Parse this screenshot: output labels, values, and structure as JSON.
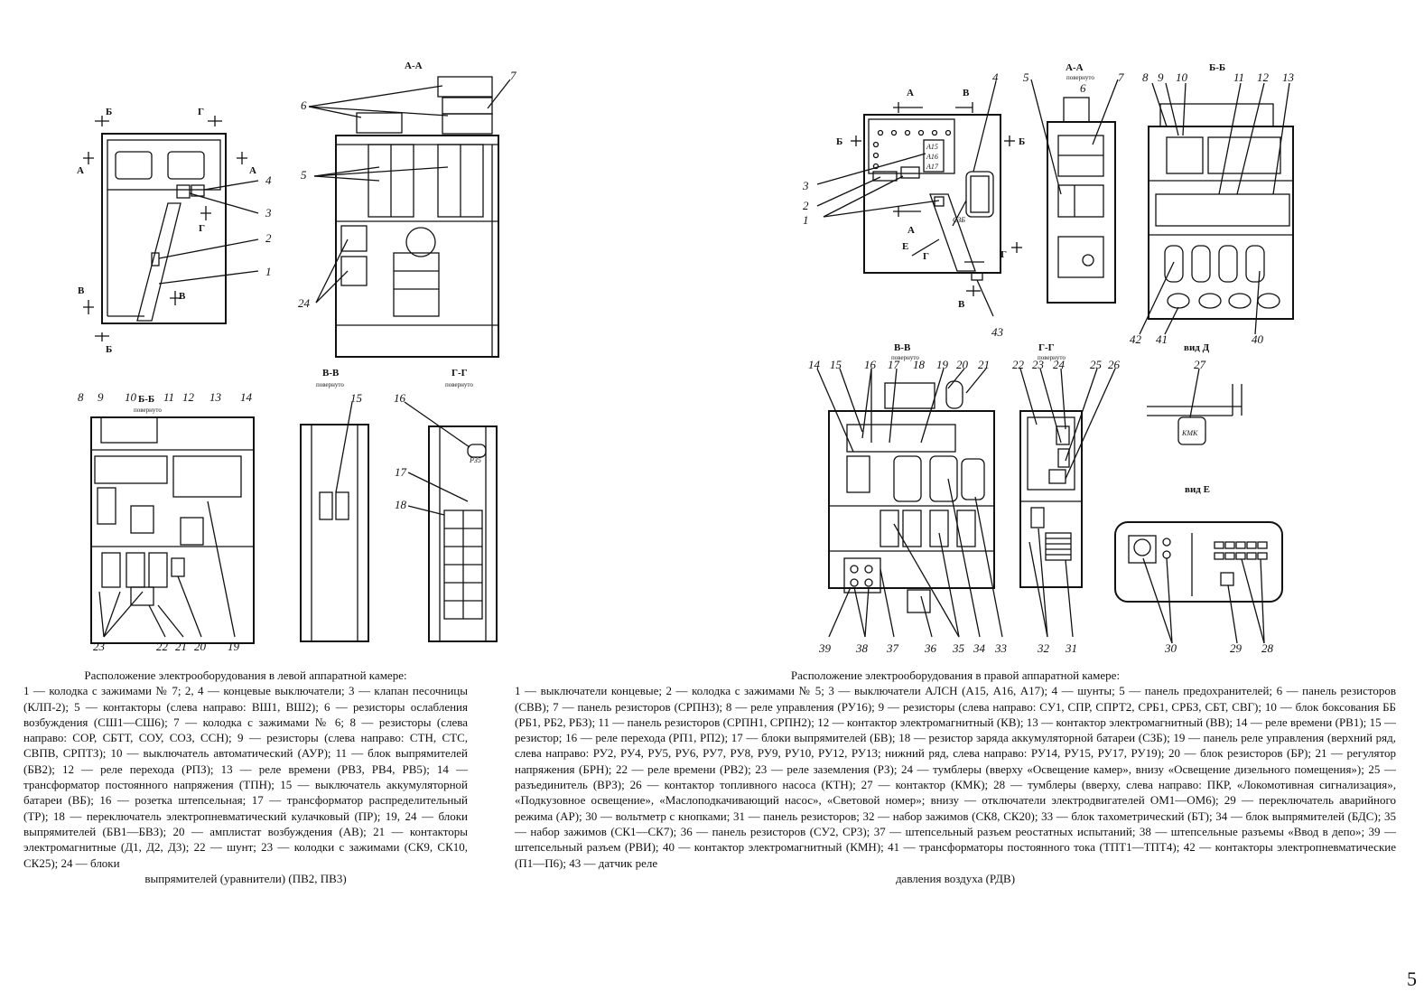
{
  "left": {
    "sections": {
      "aa": "А-А",
      "bb": "Б-Б",
      "bb_sub": "повернуто",
      "vv": "В-В",
      "vv_sub": "повернуто",
      "gg": "Г-Г",
      "gg_sub": "повернуто"
    },
    "cut_marks": {
      "b": "Б",
      "g": "Г",
      "a": "А",
      "v": "В"
    },
    "labels": [
      "1",
      "2",
      "3",
      "4",
      "5",
      "6",
      "7",
      "8",
      "9",
      "10",
      "11",
      "12",
      "13",
      "14",
      "15",
      "16",
      "17",
      "18",
      "19",
      "20",
      "21",
      "22",
      "23",
      "24"
    ],
    "p35": "Р35",
    "caption": {
      "title": "Расположение электрооборудования в левой аппаратной камере:",
      "body": "1 — колодка с зажимами № 7; 2, 4 — концевые выключатели; 3 — клапан песочницы (КЛП-2); 5 — контакторы (слева направо: ВШ1, ВШ2); 6 — резисторы ослабления возбуждения (СШ1—СШ6); 7 — колодка с зажимами № 6; 8 — резисторы (слева направо: СОР, СБТТ, СОУ, СОЗ, ССН); 9 — резисторы (слева направо: СТН, СТС, СВПВ, СРПТЗ); 10 — выключатель автоматический (АУР); 11 — блок выпрямителей (БВ2); 12 — реле перехода (РПЗ); 13 — реле времени (РВЗ, РВ4, РВ5); 14 — трансформатор постоянного напряжения (ТПН); 15 — выключатель аккумуляторной батареи (ВБ); 16 — розетка штепсельная; 17 — трансформатор распределительный (ТР); 18 — переключатель электропневматический кулачковый (ПР); 19, 24 — блоки выпрямителей (БВ1—БВЗ); 20 — амплистат возбуждения (АВ); 21 — контакторы электромагнитные (Д1, Д2, Д3); 22 — шунт; 23 — колодки с зажимами (СК9, СК10, СК25); 24 — блоки",
      "last": "выпрямителей (уравнители) (ПВ2, ПВ3)"
    }
  },
  "right": {
    "sections": {
      "aa": "А-А",
      "aa_sub": "повернуто",
      "bb": "Б-Б",
      "vv": "В-В",
      "vv_sub": "повернуто",
      "gg": "Г-Г",
      "gg_sub": "повернуто",
      "vid_d": "вид Д",
      "vid_e": "вид Е"
    },
    "cut_marks": {
      "a": "А",
      "b": "Б",
      "v": "В",
      "g": "Г",
      "e": "Е"
    },
    "labels": [
      "1",
      "2",
      "3",
      "4",
      "5",
      "6",
      "7",
      "8",
      "9",
      "10",
      "11",
      "12",
      "13",
      "14",
      "15",
      "16",
      "17",
      "18",
      "19",
      "20",
      "21",
      "22",
      "23",
      "24",
      "25",
      "26",
      "27",
      "28",
      "29",
      "30",
      "31",
      "32",
      "33",
      "34",
      "35",
      "36",
      "37",
      "38",
      "39",
      "40",
      "41",
      "42",
      "43"
    ],
    "box_a15": "А15",
    "box_a16": "А16",
    "box_a17": "А17",
    "c3b": "СЗБ",
    "kmk": "КМК",
    "caption": {
      "title": "Расположение электрооборудования в правой аппаратной камере:",
      "body": "1 — выключатели концевые; 2 — колодка с зажимами № 5; 3 — выключатели АЛСН (А15, А16, А17); 4 — шунты; 5 — панель предохранителей; 6 — панель резисторов (СВВ); 7 — панель резисторов (СРПНЗ); 8 — реле управления (РУ16); 9 — резисторы (слева направо: СУ1, СПР, СПРТ2, СРБ1, СРБЗ, СБТ, СВГ); 10 — блок боксования ББ (РБ1, РБ2, РБЗ); 11 — панель резисторов (СРПН1, СРПН2); 12 — контактор электромагнитный (КВ); 13 — контактор электромагнитный (ВВ); 14 — реле времени (РВ1); 15 — резистор; 16 — реле перехода (РП1, РП2); 17 — блоки выпрямителей (БВ); 18 — резистор заряда аккумуляторной батареи (СЗБ); 19 — панель реле управления (верхний ряд, слева направо: РУ2, РУ4, РУ5, РУ6, РУ7, РУ8, РУ9, РУ10, РУ12, РУ13; нижний ряд, слева направо: РУ14, РУ15, РУ17, РУ19); 20 — блок резисторов (БР); 21 — регулятор напряжения (БРН); 22 — реле времени (РВ2); 23 — реле заземления (РЗ); 24 — тумблеры (вверху «Освещение камер», внизу «Освещение дизельного помещения»); 25 — разъединитель (ВРЗ); 26 — контактор топливного насоса (КТН); 27 — контактор (КМК); 28 — тумблеры (вверху, слева направо: ПКР, «Локомотивная сигнализация», «Подкузовное освещение», «Маслоподкачивающий насос», «Световой номер»; внизу — отключатели электродвигателей ОМ1—ОМ6); 29 — переключатель аварийного режима (АР); 30 — вольтметр с кнопками; 31 — панель резисторов; 32 — набор зажимов (СК8, СК20); 33 — блок тахометрический (БТ); 34 — блок выпрямителей (БДС); 35 — набор зажимов (СК1—СК7); 36 — панель резисторов (СУ2, СР3); 37 — штепсельный разъем реостатных испытаний; 38 — штепсельные разъемы «Ввод в депо»; 39 — штепсельный разъем (РВИ); 40 — контактор электромагнитный (КМН); 41 — трансформаторы постоянного тока (ТПТ1—ТПТ4); 42 — контакторы электропневматические (П1—П6); 43 — датчик реле",
      "last": "давления воздуха (РДВ)"
    }
  },
  "page_number": "5"
}
